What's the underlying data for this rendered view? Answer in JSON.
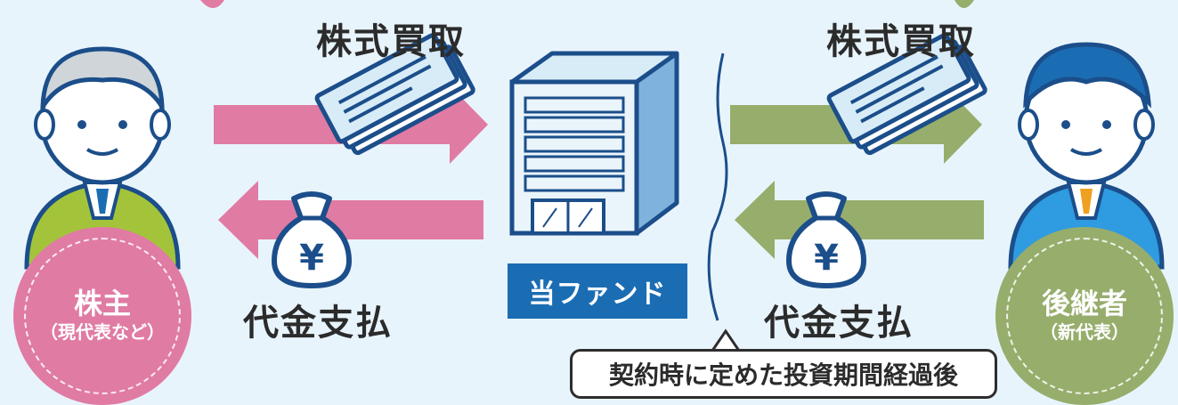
{
  "labels": {
    "buy_left": "株式買取",
    "buy_right": "株式買取",
    "pay_left": "代金支払",
    "pay_right": "代金支払",
    "fund": "当ファンド",
    "note": "契約時に定めた投資期間経過後"
  },
  "shareholder": {
    "title": "株主",
    "subtitle": "（現代表など）"
  },
  "successor": {
    "title": "後継者",
    "subtitle": "（新代表）"
  },
  "icons": {
    "money_symbol": "¥",
    "names": [
      "person-icon",
      "share-certificate-icon",
      "money-bag-icon",
      "building-icon"
    ]
  },
  "colors": {
    "background": "#e8f4fc",
    "pink": "#e07ba4",
    "green": "#97ad6c",
    "navy": "#1b6db3",
    "text": "#2b2b2b"
  }
}
